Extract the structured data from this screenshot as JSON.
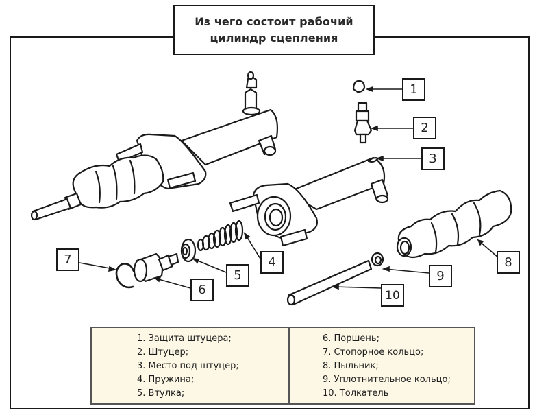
{
  "title": {
    "line1": "Из чего состоит рабочий",
    "line2": "цилиндр сцепления"
  },
  "callouts": [
    "1",
    "2",
    "3",
    "4",
    "5",
    "6",
    "7",
    "8",
    "9",
    "10"
  ],
  "legend": {
    "left": [
      "1. Защита штуцера;",
      "2. Штуцер;",
      "3. Место под штуцер;",
      "4. Пружина;",
      "5. Втулка;"
    ],
    "right": [
      "6. Поршень;",
      "7. Стопорное кольцо;",
      "8. Пыльник;",
      "9. Уплотнительное кольцо;",
      "10. Толкатель"
    ]
  },
  "colors": {
    "line": "#1a1a1a",
    "legend_bg": "#fdf8e6",
    "legend_border": "#555555"
  }
}
